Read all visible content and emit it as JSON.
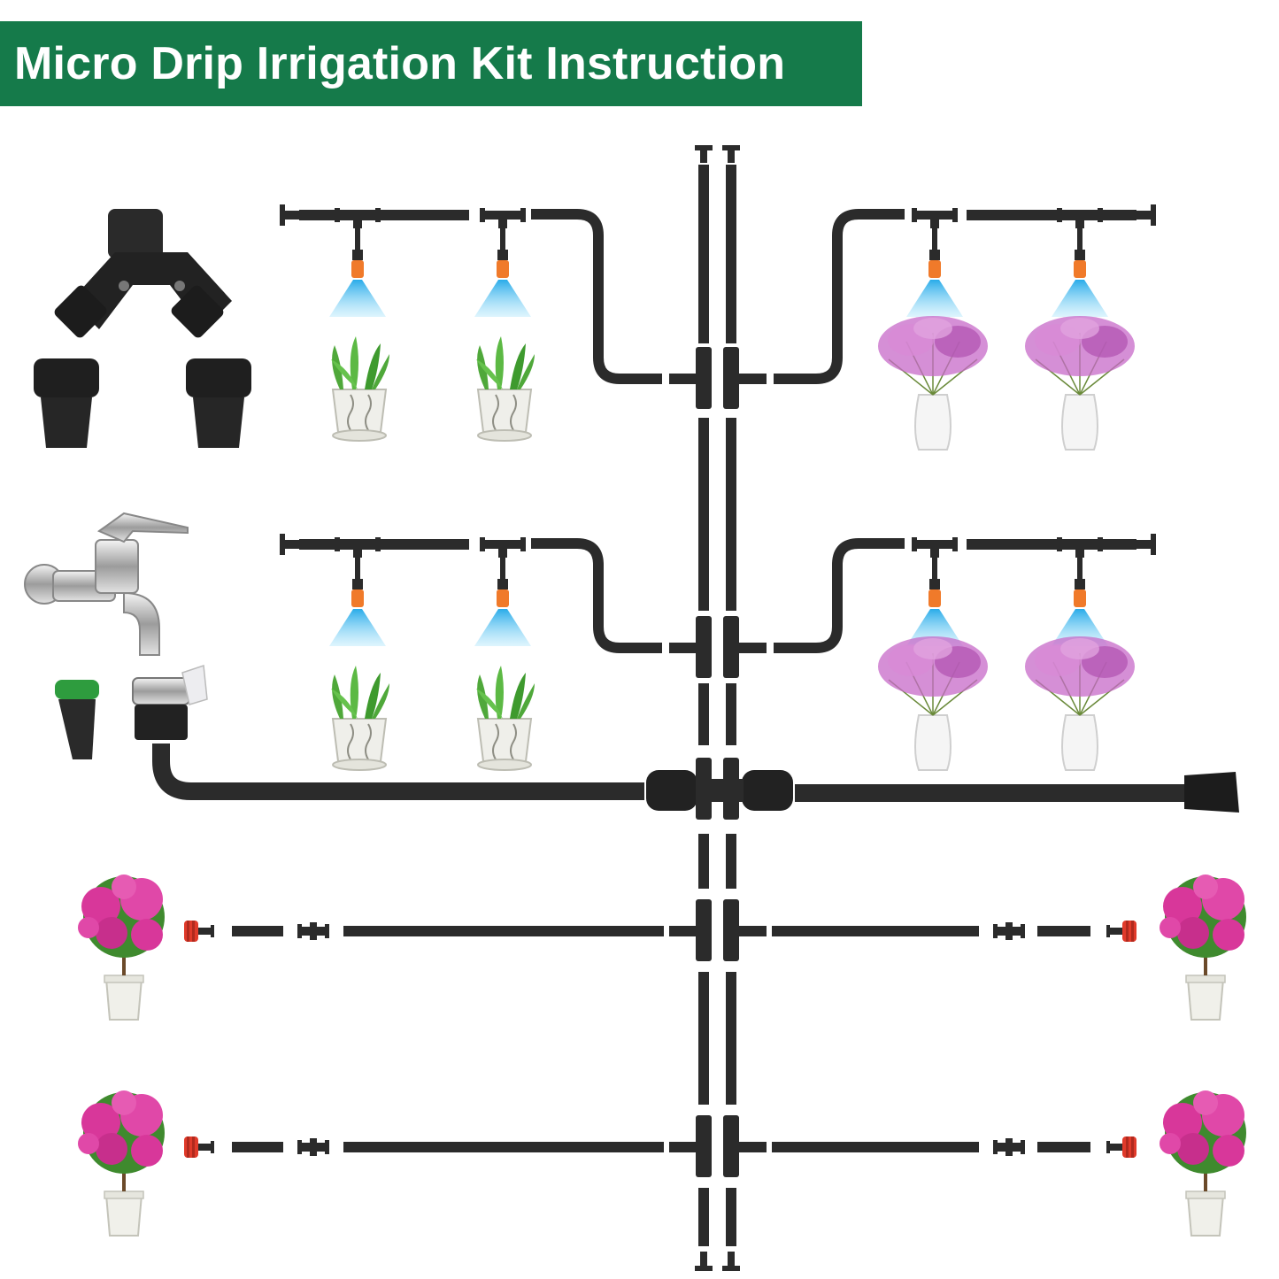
{
  "header": {
    "title": "Micro Drip Irrigation Kit Instruction"
  },
  "colors": {
    "banner": "#157a4a",
    "tubing": "#2b2b2b",
    "mist": "#3fb6ea",
    "nozzle": "#f07a2a",
    "dripper": "#e03a2a",
    "leaf": "#4fa83a",
    "flower": "#d8379a",
    "gypsophila": "#c76ac8"
  },
  "components": {
    "y_splitter_icon": "hose-y-splitter",
    "faucet_icon": "garden-faucet",
    "tap_adapter_icon": "faucet-quick-adapter",
    "main_line_icon": "main-supply-tube",
    "end_cap_icon": "end-plug",
    "mist_nozzle_icon": "misting-nozzle",
    "dripper_icon": "adjustable-dripper"
  }
}
